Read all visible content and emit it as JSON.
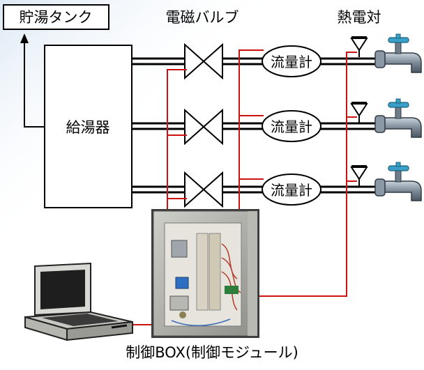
{
  "labels": {
    "storage_tank": "貯湯タンク",
    "solenoid_valve": "電磁バルブ",
    "thermocouple": "熱電対",
    "water_heater": "給湯器",
    "flow_meter_1": "流量計",
    "flow_meter_2": "流量計",
    "flow_meter_3": "流量計",
    "control_box": "制御BOX(制御モジュール)"
  },
  "colors": {
    "signal_line": "#cc1111",
    "pipe": "#000000",
    "background_fade": "#dfeaf5"
  },
  "icons": [
    "arrow-up-icon",
    "valve-icon",
    "thermocouple-icon",
    "faucet-icon",
    "laptop-icon",
    "control-panel-icon"
  ]
}
